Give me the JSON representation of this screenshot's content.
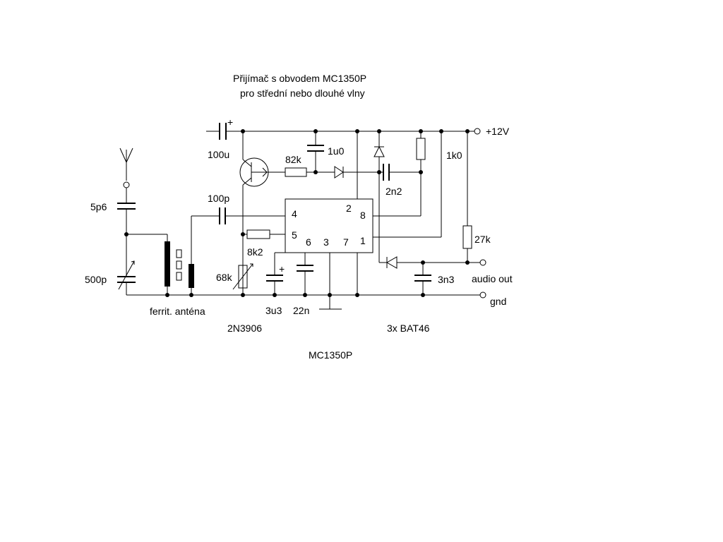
{
  "title": {
    "line1": "Přijímač s obvodem MC1350P",
    "line2": "pro střední nebo dlouhé vlny"
  },
  "components": {
    "c_antenna": "5p6",
    "c_tuning": "500p",
    "ferrite": "ferrit. anténa",
    "c_electrolytic": "100u",
    "c_coupling": "100p",
    "r_bias": "82k",
    "c_decoupling": "1u0",
    "c_detector": "2n2",
    "r_supply": "1k0",
    "r_emitter": "8k2",
    "pot": "68k",
    "c_agc": "3u3",
    "c_bypass": "22n",
    "r_load": "27k",
    "c_output": "3n3",
    "transistor": "2N3906",
    "diodes": "3x BAT46",
    "ic": "MC1350P"
  },
  "ic_pins": [
    "4",
    "5",
    "6",
    "3",
    "7",
    "1",
    "2",
    "8"
  ],
  "terminals": {
    "supply": "+12V",
    "audio": "audio  out",
    "ground": "gnd"
  },
  "polarity": "+"
}
